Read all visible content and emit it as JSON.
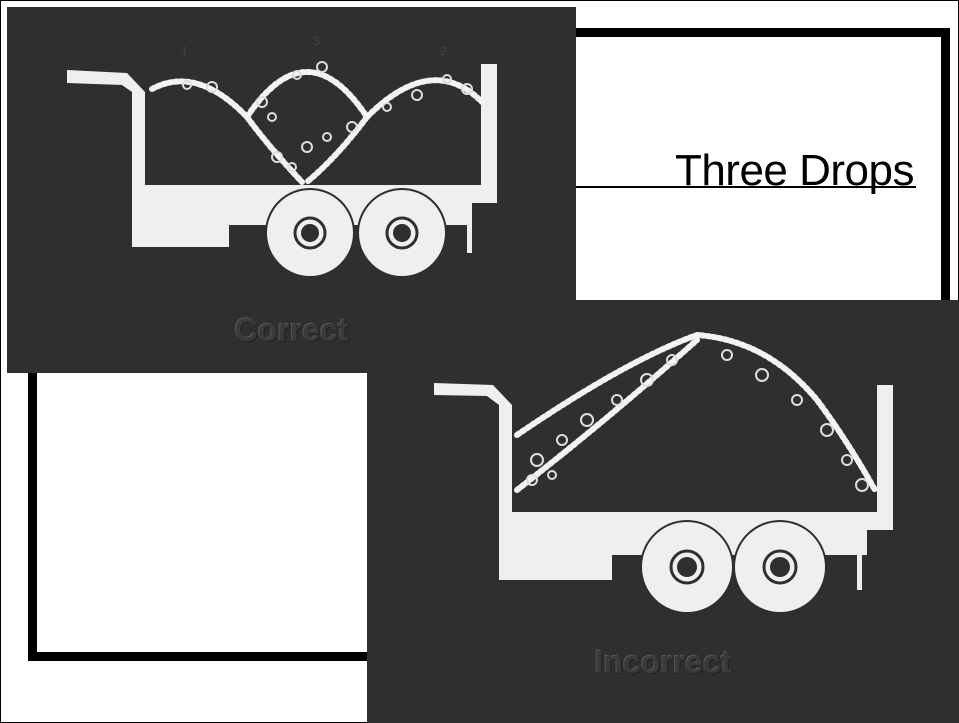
{
  "slide": {
    "title": "Three Drops"
  },
  "photos": {
    "correct": {
      "caption": "Correct",
      "drop_numbers": [
        "1",
        "3",
        "2"
      ]
    },
    "incorrect": {
      "caption": "Incorrect"
    }
  },
  "colors": {
    "photo_background": "#2f2f2f",
    "truck": "#efefef",
    "frame": "#000000"
  }
}
